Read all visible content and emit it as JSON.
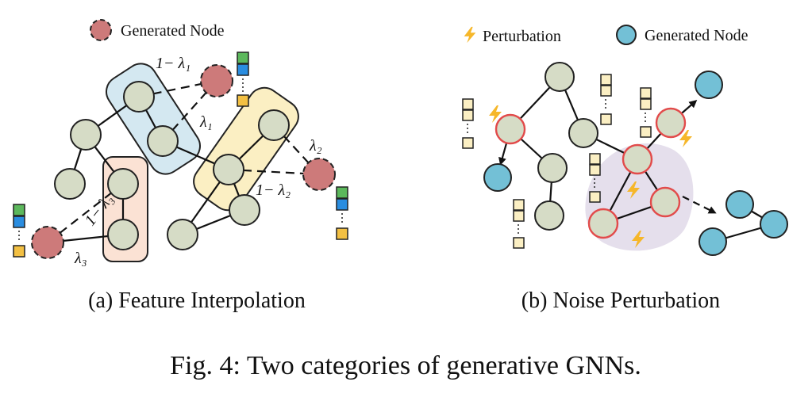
{
  "legend_a": {
    "generated_node": "Generated Node"
  },
  "legend_b": {
    "perturbation": "Perturbation",
    "generated_node": "Generated Node"
  },
  "captions": {
    "a": "(a) Feature Interpolation",
    "b": "(b) Noise Perturbation"
  },
  "figure_caption": "Fig. 4: Two categories of generative GNNs.",
  "labels": {
    "one_minus_l1": "1− λ₁",
    "l1": "λ₁",
    "l2": "λ₂",
    "one_minus_l2": "1− λ₂",
    "one_minus_l3": "1− λ₃",
    "l3": "λ₃"
  },
  "colors": {
    "node_fill": "#d6dcc6",
    "generated_red": "#cd7a7a",
    "generated_blue": "#73c0d6",
    "perturbed_stroke": "#e24b4b",
    "group_blue": "#d4e8f1",
    "group_yellow": "#fbefc3",
    "group_peach": "#fbe2d4",
    "cloud": "#e2dcea",
    "feat_green": "#5cb85c",
    "feat_blue": "#2a8de0",
    "feat_yellow": "#f3c043",
    "lightning": "#f6b72a"
  }
}
